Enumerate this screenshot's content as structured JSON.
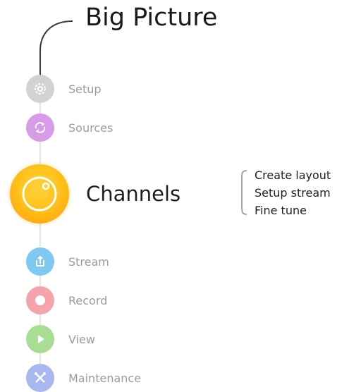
{
  "header": {
    "title": "Big Picture"
  },
  "nav": {
    "items": [
      {
        "label": "Setup",
        "icon": "gear-icon",
        "color": "#cfcfcf"
      },
      {
        "label": "Sources",
        "icon": "sync-icon",
        "color": "#d89be8"
      },
      {
        "label": "Channels",
        "icon": "channels-icon",
        "color": "#ffb619",
        "active": true
      },
      {
        "label": "Stream",
        "icon": "upload-icon",
        "color": "#7ec8f2"
      },
      {
        "label": "Record",
        "icon": "record-icon",
        "color": "#f4a4aa"
      },
      {
        "label": "View",
        "icon": "play-icon",
        "color": "#a8dd94"
      },
      {
        "label": "Maintenance",
        "icon": "tools-icon",
        "color": "#a9b7ef"
      }
    ]
  },
  "submenu": {
    "items": [
      {
        "label": "Create layout"
      },
      {
        "label": "Setup stream"
      },
      {
        "label": "Fine tune"
      }
    ]
  }
}
